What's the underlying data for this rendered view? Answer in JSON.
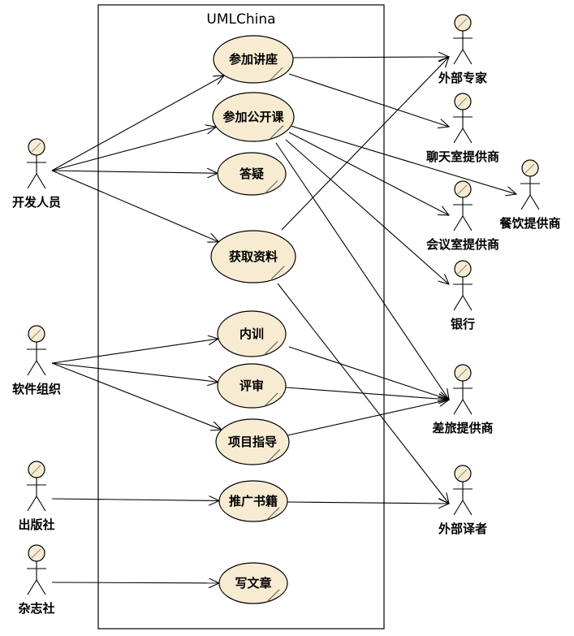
{
  "system": {
    "title": "UMLChina"
  },
  "colors": {
    "usecase_fill": "#f7ecd2",
    "actor_fill": "#f7ecd2",
    "stroke": "#000000"
  },
  "left_actors": [
    {
      "id": "dev",
      "name": "开发人员"
    },
    {
      "id": "org",
      "name": "软件组织"
    },
    {
      "id": "pub",
      "name": "出版社"
    },
    {
      "id": "mag",
      "name": "杂志社"
    }
  ],
  "right_actors": [
    {
      "id": "expert",
      "name": "外部专家"
    },
    {
      "id": "chat",
      "name": "聊天室提供商"
    },
    {
      "id": "catering",
      "name": "餐饮提供商"
    },
    {
      "id": "meeting",
      "name": "会议室提供商"
    },
    {
      "id": "bank",
      "name": "银行"
    },
    {
      "id": "travel",
      "name": "差旅提供商"
    },
    {
      "id": "translator",
      "name": "外部译者"
    }
  ],
  "use_cases": [
    {
      "id": "lecture",
      "name": "参加讲座"
    },
    {
      "id": "course",
      "name": "参加公开课"
    },
    {
      "id": "qa",
      "name": "答疑"
    },
    {
      "id": "material",
      "name": "获取资料"
    },
    {
      "id": "training",
      "name": "内训"
    },
    {
      "id": "review",
      "name": "评审"
    },
    {
      "id": "guidance",
      "name": "项目指导"
    },
    {
      "id": "promote",
      "name": "推广书籍"
    },
    {
      "id": "article",
      "name": "写文章"
    }
  ],
  "associations": [
    {
      "from": "dev",
      "to": "lecture"
    },
    {
      "from": "dev",
      "to": "course"
    },
    {
      "from": "dev",
      "to": "qa"
    },
    {
      "from": "dev",
      "to": "material"
    },
    {
      "from": "org",
      "to": "training"
    },
    {
      "from": "org",
      "to": "review"
    },
    {
      "from": "org",
      "to": "guidance"
    },
    {
      "from": "pub",
      "to": "promote"
    },
    {
      "from": "mag",
      "to": "article"
    },
    {
      "from": "lecture",
      "to": "expert"
    },
    {
      "from": "lecture",
      "to": "chat"
    },
    {
      "from": "course",
      "to": "catering"
    },
    {
      "from": "course",
      "to": "meeting"
    },
    {
      "from": "course",
      "to": "bank"
    },
    {
      "from": "course",
      "to": "travel"
    },
    {
      "from": "material",
      "to": "expert"
    },
    {
      "from": "material",
      "to": "translator"
    },
    {
      "from": "training",
      "to": "travel"
    },
    {
      "from": "review",
      "to": "travel"
    },
    {
      "from": "guidance",
      "to": "travel"
    },
    {
      "from": "promote",
      "to": "translator"
    }
  ]
}
